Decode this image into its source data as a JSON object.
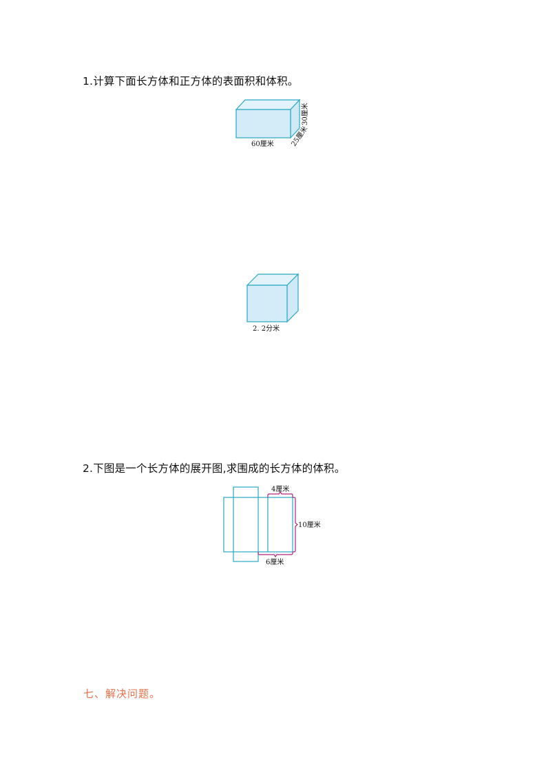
{
  "questions": [
    {
      "title": "1.计算下面长方体和正方体的表面积和体积。",
      "figures": [
        {
          "type": "cuboid",
          "labels": {
            "length": "60厘米",
            "width": "25厘米",
            "height": "30厘米"
          }
        },
        {
          "type": "cube",
          "labels": {
            "edge": "2. 2分米"
          }
        }
      ]
    },
    {
      "title": "2.下图是一个长方体的展开图,求围成的长方体的体积。",
      "figures": [
        {
          "type": "net",
          "labels": {
            "top": "4厘米",
            "right": "10厘米",
            "bottom": "6厘米"
          }
        }
      ]
    }
  ],
  "section": {
    "title": "七、解决问题。"
  },
  "colors": {
    "edge": "#2aa7c4",
    "fill": "#d4ecf8",
    "fill_top": "#e3f3fb",
    "bracket": "#b0237a",
    "section": "#e8714a"
  }
}
